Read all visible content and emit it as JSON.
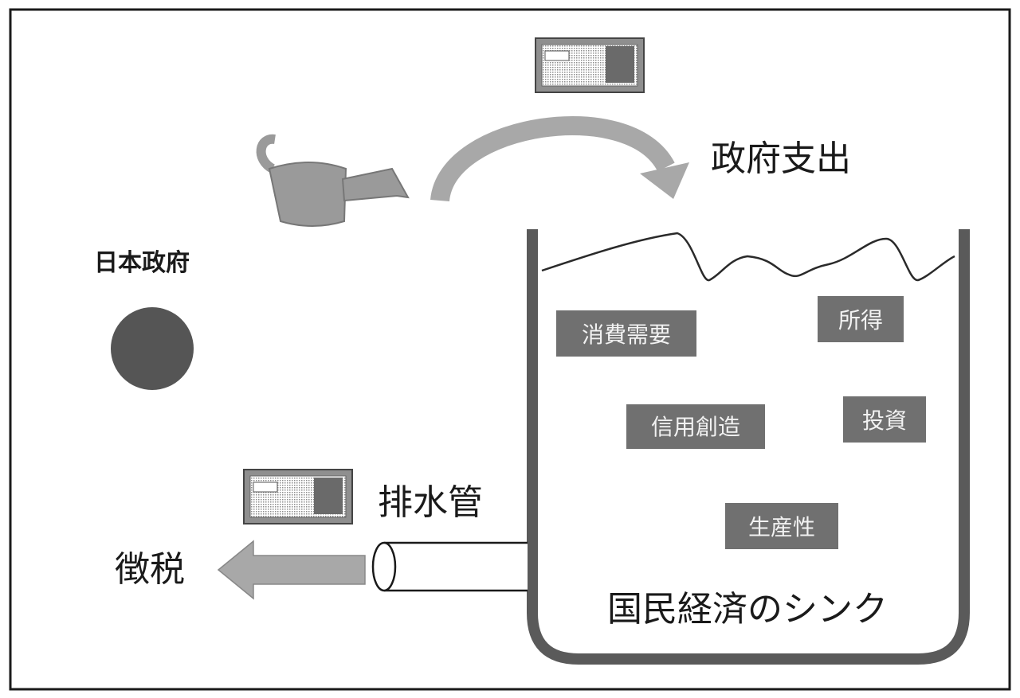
{
  "labels": {
    "government": "日本政府",
    "spending": "政府支出",
    "drain_pipe": "排水管",
    "tax": "徴税",
    "sink": "国民経済のシンク"
  },
  "sink_items": {
    "consumption": "消費需要",
    "income": "所得",
    "credit_creation": "信用創造",
    "investment": "投資",
    "productivity": "生産性"
  },
  "colors": {
    "ink": "#1a1a1a",
    "box_fill": "#707070",
    "arrow_fill": "#a8a8a8",
    "sink_wall": "#5a5a5a",
    "circle": "#555555",
    "can": "#9a9a9a",
    "note": "#8f8f8f"
  },
  "icons": {
    "watering_can": "watering-can-icon",
    "banknote": "banknote-icon",
    "circle": "hinomaru-circle-icon"
  }
}
